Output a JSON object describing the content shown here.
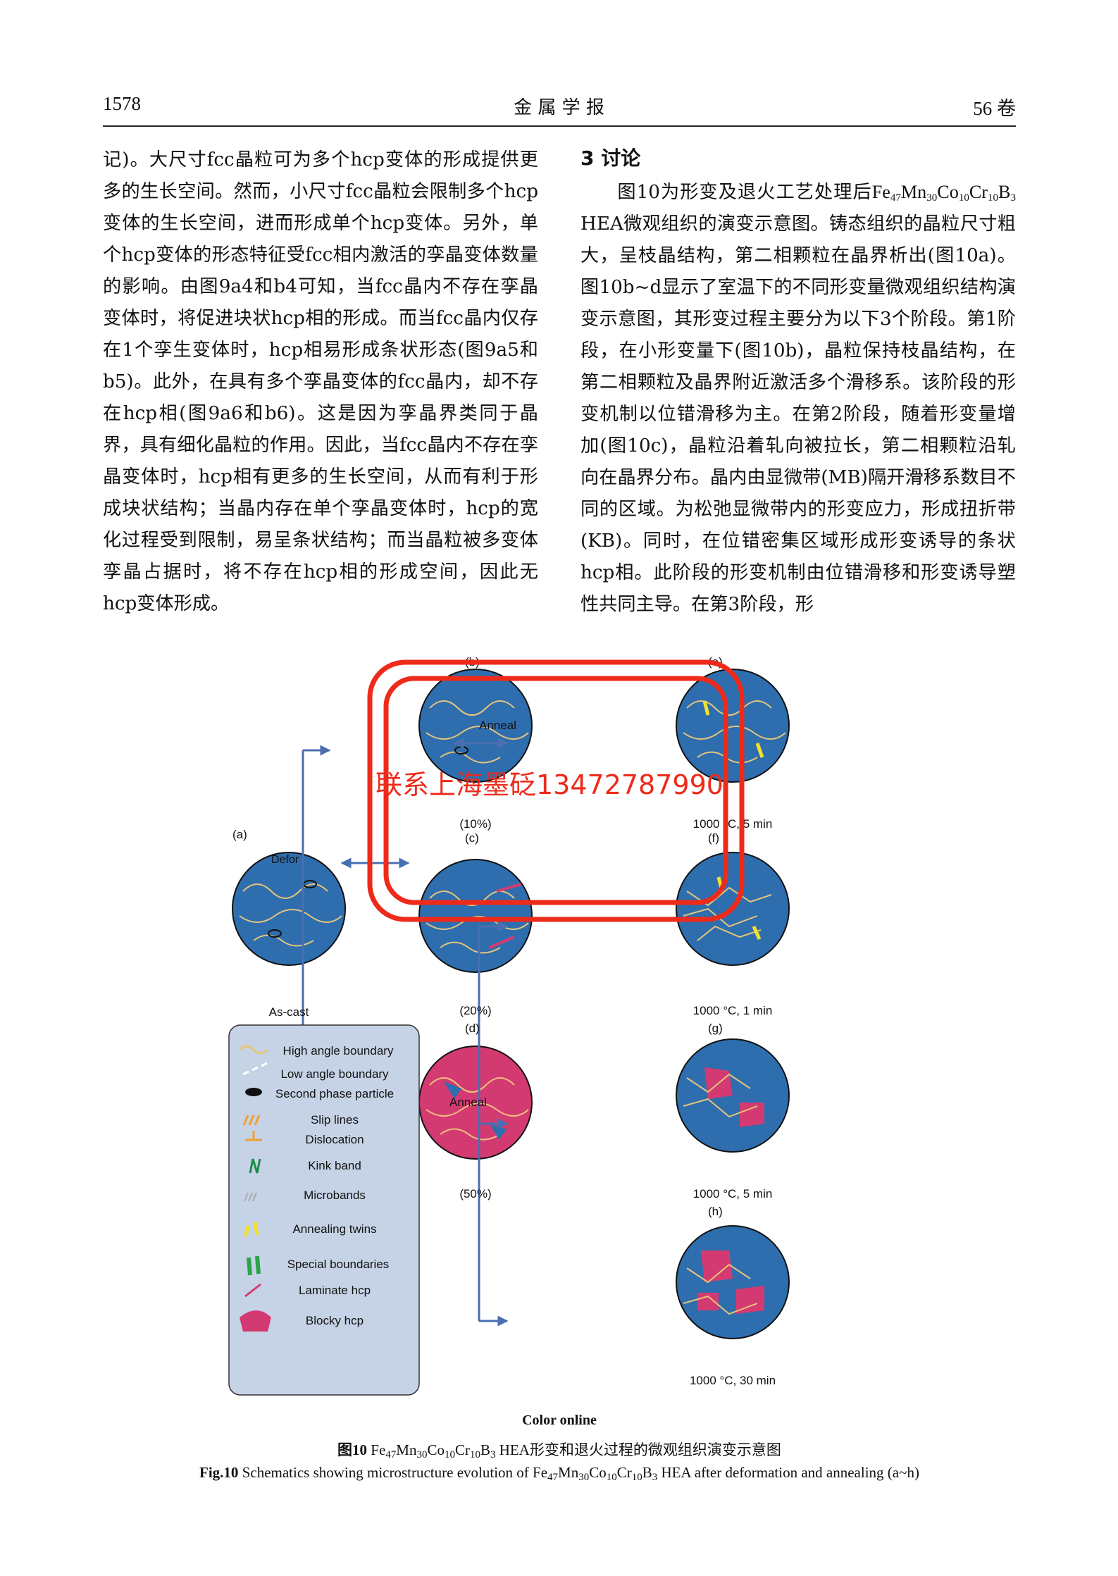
{
  "header": {
    "page_number": "1578",
    "journal": "金 属 学 报",
    "volume": "56 卷"
  },
  "left_column": [
    "记)。大尺寸fcc晶粒可为多个hcp变体的形成提供更多的生长空间。然而，小尺寸fcc晶粒会限制多个hcp变体的生长空间，进而形成单个hcp变体。另外，单个hcp变体的形态特征受fcc相内激活的孪晶变体数量的影响。由图9a4和b4可知，当fcc晶内不存在孪晶变体时，将促进块状hcp相的形成。而当fcc晶内仅存在1个孪生变体时，hcp相易形成条状形态(图9a5和b5)。此外，在具有多个孪晶变体的fcc晶内，却不存在hcp相(图9a6和b6)。这是因为孪晶界类同于晶界，具有细化晶粒的作用。因此，当fcc晶内不存在孪晶变体时，hcp相有更多的生长空间，从而有利于形成块状结构；当晶内存在单个孪晶变体时，hcp的宽化过程受到限制，易呈条状结构；而当晶粒被多变体孪晶占据时，将不存在hcp相的形成空间，因此无hcp变体形成。"
  ],
  "right_column": {
    "section_title": "3 讨论",
    "p_pre": "图10为形变及退火工艺处理后",
    "alloy": {
      "e1": "Fe",
      "n1": "47",
      "e2": "Mn",
      "n2": "30",
      "e3": "Co",
      "n3": "10",
      "e4": "Cr",
      "n4": "10",
      "e5": "B",
      "n5": "3"
    },
    "p_post": "HEA微观组织的演变示意图。铸态组织的晶粒尺寸粗大，呈枝晶结构，第二相颗粒在晶界析出(图10a)。图10b~d显示了室温下的不同形变量微观组织结构演变示意图，其形变过程主要分为以下3个阶段。第1阶段，在小形变量下(图10b)，晶粒保持枝晶结构，在第二相颗粒及晶界附近激活多个滑移系。该阶段的形变机制以位错滑移为主。在第2阶段，随着形变量增加(图10c)，晶粒沿着轧向被拉长，第二相颗粒沿轧向在晶界分布。晶内由显微带(MB)隔开滑移系数目不同的区域。为松弛显微带内的形变应力，形成扭折带(KB)。同时，在位错密集区域形成形变诱导的条状hcp相。此阶段的形变机制由位错滑移和形变诱导塑性共同主导。在第3阶段，形"
  },
  "figure": {
    "panels": {
      "a": "(a)",
      "b": "(b)",
      "c": "(c)",
      "d": "(d)",
      "e": "(e)",
      "f": "(f)",
      "g": "(g)",
      "h": "(h)"
    },
    "labels": {
      "as_cast": "As-cast",
      "b": "(10%)",
      "c": "(20%)",
      "d": "(50%)",
      "e": "1000 °C, 5 min",
      "f": "1000 °C, 1 min",
      "g": "1000 °C, 5 min",
      "h": "1000 °C, 30 min"
    },
    "anneal_top": "Anneal",
    "anneal_mid": "Anneal",
    "deform": "Defor",
    "legend": [
      "High angle boundary",
      "Low angle boundary",
      "Second phase particle",
      "Slip lines",
      "Dislocation",
      "Kink band",
      "Microbands",
      "Annealing twins",
      "Special boundaries",
      "Laminate hcp",
      "Blocky hcp"
    ],
    "watermark": "联系上海墨砭13472787990",
    "colors": {
      "grain": "#2e6eae",
      "hcp": "#d43a72",
      "boundary": "#e7c47a",
      "stamp": "#ee2a1a",
      "legend_bg": "#c6d3e6"
    }
  },
  "captions": {
    "color_online": "Color online",
    "cn_label": "图10",
    "cn_pre": "",
    "cn_post": "HEA形变和退火过程的微观组织演变示意图",
    "en_label": "Fig.10",
    "en_pre": "Schematics showing microstructure evolution of",
    "en_post": "HEA after deformation and annealing (a~h)"
  }
}
